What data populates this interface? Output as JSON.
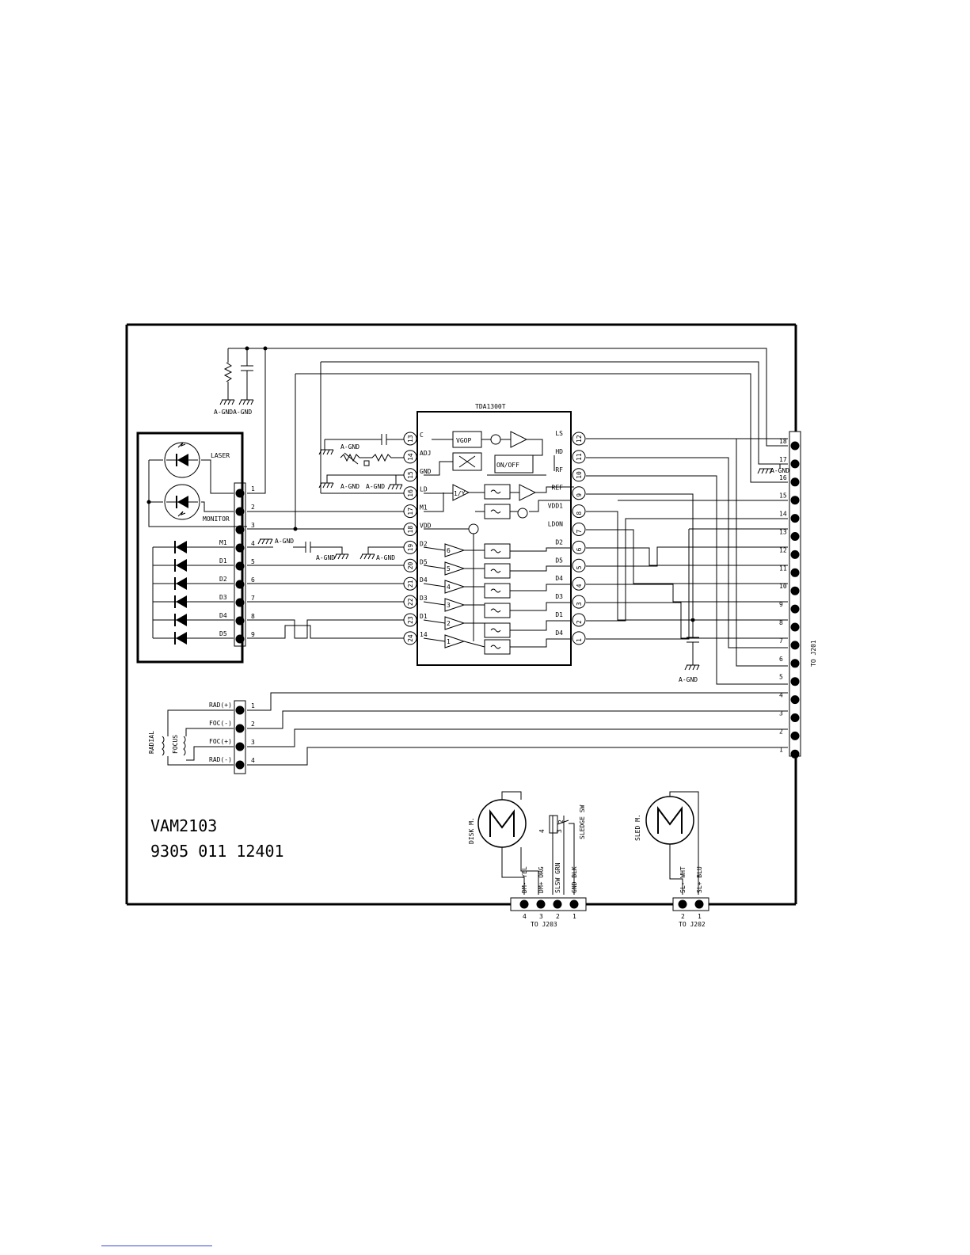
{
  "ic": {
    "name": "TDA1300T",
    "blocks": {
      "vgop": "VGOP",
      "onoff": "ON/OFF"
    },
    "left_pins": [
      {
        "num": "13",
        "label": "C"
      },
      {
        "num": "14",
        "label": "ADJ"
      },
      {
        "num": "15",
        "label": "GND"
      },
      {
        "num": "16",
        "label": "LD"
      },
      {
        "num": "17",
        "label": "M1"
      },
      {
        "num": "18",
        "label": "VDD"
      },
      {
        "num": "19",
        "label": "D2"
      },
      {
        "num": "20",
        "label": "D5"
      },
      {
        "num": "21",
        "label": "D4"
      },
      {
        "num": "22",
        "label": "D3"
      },
      {
        "num": "23",
        "label": "D1"
      },
      {
        "num": "24",
        "label": "14"
      }
    ],
    "right_pins": [
      {
        "num": "12",
        "label": "LS"
      },
      {
        "num": "11",
        "label": "HD"
      },
      {
        "num": "10",
        "label": "RF"
      },
      {
        "num": "9",
        "label": "REF"
      },
      {
        "num": "8",
        "label": "VDD1"
      },
      {
        "num": "7",
        "label": "LDON"
      },
      {
        "num": "6",
        "label": "D2"
      },
      {
        "num": "5",
        "label": "D5"
      },
      {
        "num": "4",
        "label": "D4"
      },
      {
        "num": "3",
        "label": "D3"
      },
      {
        "num": "2",
        "label": "D1"
      },
      {
        "num": "1",
        "label": "D4"
      }
    ],
    "amp_labels": [
      "6",
      "5",
      "4",
      "3",
      "2",
      "1"
    ],
    "div_label": "1/Y"
  },
  "laser": {
    "labels": {
      "laser": "LASER",
      "monitor": "MONITOR"
    },
    "pins": [
      {
        "num": "1",
        "label": ""
      },
      {
        "num": "2",
        "label": ""
      },
      {
        "num": "3",
        "label": ""
      },
      {
        "num": "4",
        "label": "M1"
      },
      {
        "num": "5",
        "label": "D1"
      },
      {
        "num": "6",
        "label": "D2"
      },
      {
        "num": "7",
        "label": "D3"
      },
      {
        "num": "8",
        "label": "D4"
      },
      {
        "num": "9",
        "label": "D5"
      }
    ]
  },
  "gnd_label": "A-GND",
  "gnd_pair_label": "A-GNDA-GND",
  "j201": {
    "label": "TO J201",
    "pins": [
      "18",
      "17",
      "16",
      "15",
      "14",
      "13",
      "12",
      "11",
      "10",
      "9",
      "8",
      "7",
      "6",
      "5",
      "4",
      "3",
      "2",
      "1"
    ]
  },
  "coils": {
    "radial": "RADIAL",
    "focus": "FOCUS",
    "pins": [
      {
        "num": "1",
        "label": "RAD(+)"
      },
      {
        "num": "2",
        "label": "FOC(-)"
      },
      {
        "num": "3",
        "label": "FOC(+)"
      },
      {
        "num": "4",
        "label": "RAD(-)"
      }
    ]
  },
  "board": {
    "model": "VAM2103",
    "part_number": "9305 011 12401"
  },
  "j203": {
    "label": "TO J203",
    "motor": "DISK M.",
    "switch": "SLEDGE SW",
    "switch_pins": [
      "4",
      "3",
      "2"
    ],
    "pins": [
      {
        "num": "4",
        "wire": "DM- YEL"
      },
      {
        "num": "3",
        "wire": "DM+ ORG"
      },
      {
        "num": "2",
        "wire": "SLSW GRN"
      },
      {
        "num": "1",
        "wire": "GND BLK"
      }
    ]
  },
  "j202": {
    "label": "TO J202",
    "motor": "SLED M.",
    "pins": [
      {
        "num": "2",
        "wire": "SL- WHT"
      },
      {
        "num": "1",
        "wire": "SL+ BLU"
      }
    ]
  }
}
